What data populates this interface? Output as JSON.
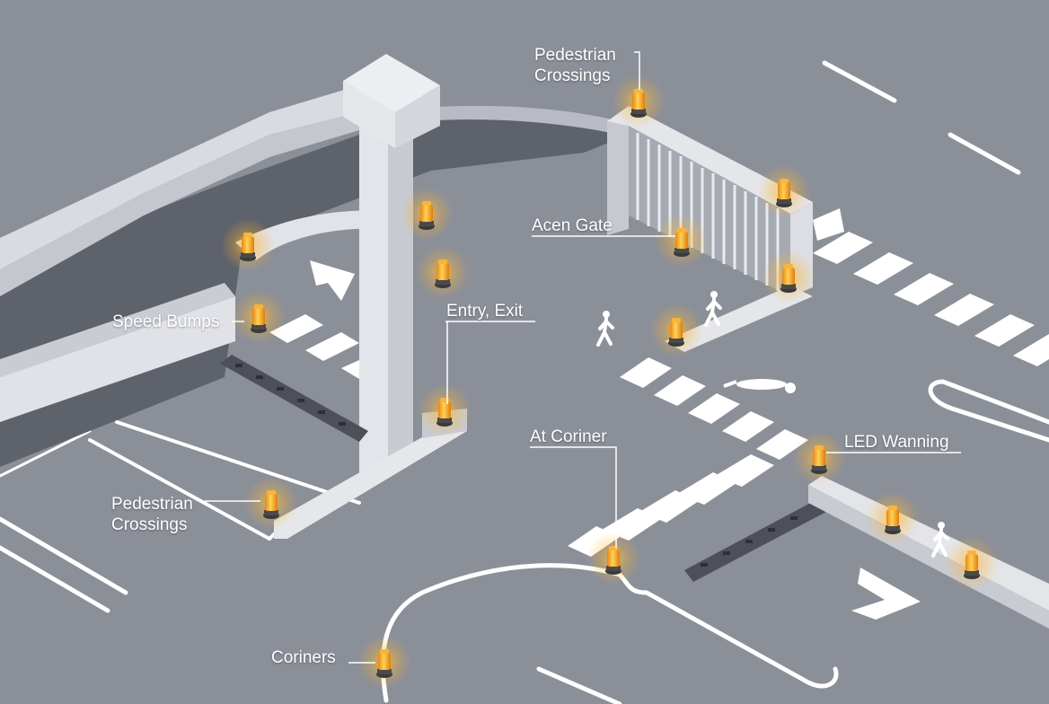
{
  "colors": {
    "ground": "#8b8f98",
    "structure": "#d9dbe1",
    "structure_shade": "#a9adb6",
    "tunnel_dark": "#5e626b",
    "markings": "#ffffff",
    "beacon": "#f5a21b",
    "beacon_glow": "#ffb52e"
  },
  "labels": {
    "pedestrian_crossings_top": [
      "Pedestrian",
      "Crossings"
    ],
    "acen_gate": "Acen Gate",
    "speed_bumps": "Speed Bumps",
    "entry_exit": "Entry, Exit",
    "at_corner": "At Coriner",
    "led_warning": "LED Wanning",
    "pedestrian_crossings_bottom": [
      "Pedestrian",
      "Crossings"
    ],
    "corners": "Coriners"
  },
  "icons": [
    "beacon-light-icon",
    "pedestrian-icon",
    "lying-person-icon",
    "direction-arrow-icon"
  ]
}
